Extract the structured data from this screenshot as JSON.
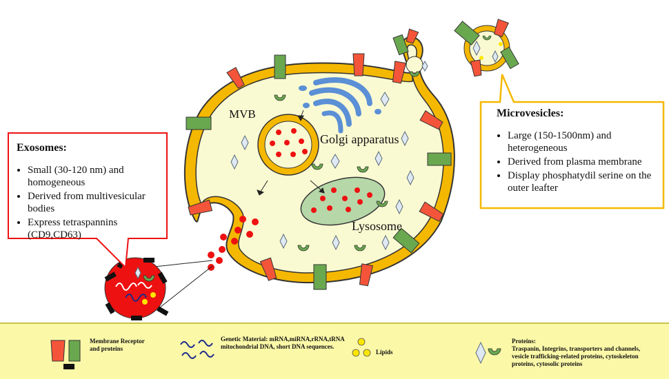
{
  "labels": {
    "mvb": "MVB",
    "golgi": "Golgi apparatus",
    "lysosome": "Lysosome"
  },
  "exosomes": {
    "title": "Exosomes:",
    "items": [
      "Small (30-120 nm) and homogeneous",
      "Derived from multivesicular bodies",
      "Express tetraspannins (CD9,CD63)"
    ]
  },
  "microvesicles": {
    "title": "Microvesicles:",
    "items": [
      "Large (150-1500nm) and heterogeneous",
      "Derived from plasma membrane",
      "Display phosphatydil serine on the outer leafter"
    ]
  },
  "legend": {
    "membrane": "Membrane Receptor and proteins",
    "genetic": "Genetic Material: mRNA,miRNA,rRNA,tRNA mitochondrial DNA, short DNA sequences.",
    "lipids": "Lipids",
    "proteins_title": "Proteins:",
    "proteins": "Traspanin, Integrins, transporters and channels, vesicle trafficking-related proteins, cytoskeleton proteins, cytosolic proteins"
  },
  "colors": {
    "membrane_outer": "#f5b800",
    "cytoplasm": "#fafad2",
    "receptor_red": "#f4553a",
    "protein_green": "#6aa84f",
    "vesicle_dot": "#ee1111",
    "golgi_blue": "#5b8fd6",
    "lysosome_fill": "#b6d7a8",
    "exosome_box": "#ee1111",
    "microvesicle_box": "#f5b800",
    "legend_bg": "#fbf8a8"
  }
}
